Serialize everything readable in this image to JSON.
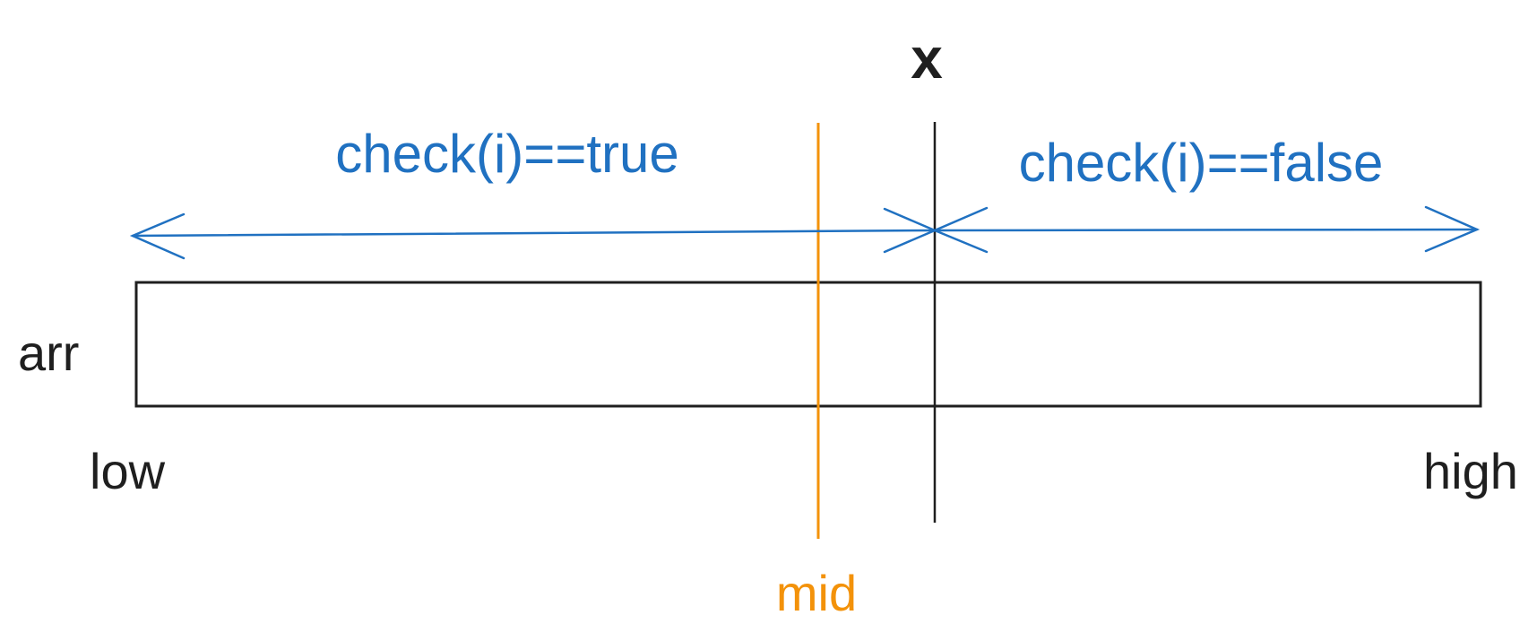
{
  "colors": {
    "blue": "#2071c1",
    "orange": "#f3920a",
    "ink": "#1f1f1f",
    "bg": "#ffffff"
  },
  "diagram": {
    "x_label": "x",
    "left_condition": "check(i)==true",
    "right_condition": "check(i)==false",
    "array_label": "arr",
    "low_label": "low",
    "mid_label": "mid",
    "high_label": "high"
  }
}
